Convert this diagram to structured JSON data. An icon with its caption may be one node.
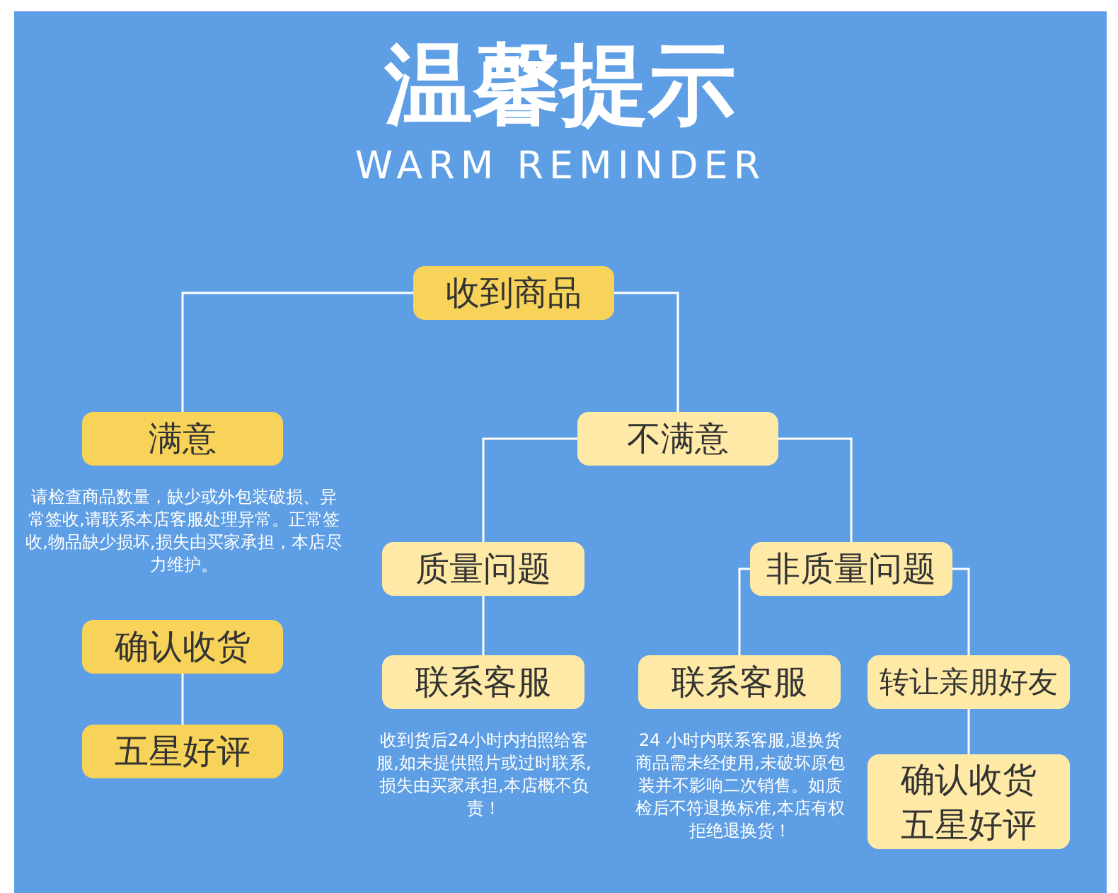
{
  "diagram": {
    "title": "温馨提示",
    "nodes": [
      {
        "text": [
          "收到商品"
        ]
      },
      {
        "text": [
          "满意"
        ],
        "beside": [
          "请检查商品数量，缺少或外包装破损、异常签收,请联系本店客服处理异常。正常签收,物品缺少损坏,损失由买家承担，本店尽力维护。"
        ]
      },
      {
        "text": [
          "不满意"
        ]
      },
      {
        "text": [
          "确认收货"
        ]
      },
      {
        "text": [
          "五星好评"
        ]
      },
      {
        "text": [
          "质量问题"
        ]
      },
      {
        "text": [
          "非质量问题"
        ]
      },
      {
        "text": [
          "联系客服"
        ],
        "beside": [
          "收到货后24小时内拍照给客服,如未提供照片或过时联系,损失由买家承担,本店概不负责！"
        ]
      },
      {
        "text": [
          "联系客服"
        ],
        "beside": [
          "24 小时内联系客服,退换货商品需未经使用,未破坏原包装并不影响二次销售。如质检后不符退换标准,本店有权拒绝退换货！"
        ]
      },
      {
        "text": [
          "转让亲朋好友"
        ]
      },
      {
        "text": [
          "确认收货",
          "五星好评"
        ]
      }
    ],
    "edges": [
      {
        "from": 0,
        "to": 1,
        "arrow": "none"
      },
      {
        "from": 0,
        "to": 2,
        "arrow": "none"
      },
      {
        "from": 3,
        "to": 4,
        "arrow": "none"
      },
      {
        "from": 2,
        "to": 5,
        "arrow": "none"
      },
      {
        "from": 2,
        "to": 6,
        "arrow": "none"
      },
      {
        "from": 5,
        "to": 7,
        "arrow": "none"
      },
      {
        "from": 6,
        "to": 8,
        "arrow": "none"
      },
      {
        "from": 6,
        "to": 9,
        "arrow": "none"
      },
      {
        "from": 9,
        "to": 10,
        "arrow": "none"
      }
    ],
    "labels": [
      "WARM REMINDER"
    ]
  }
}
